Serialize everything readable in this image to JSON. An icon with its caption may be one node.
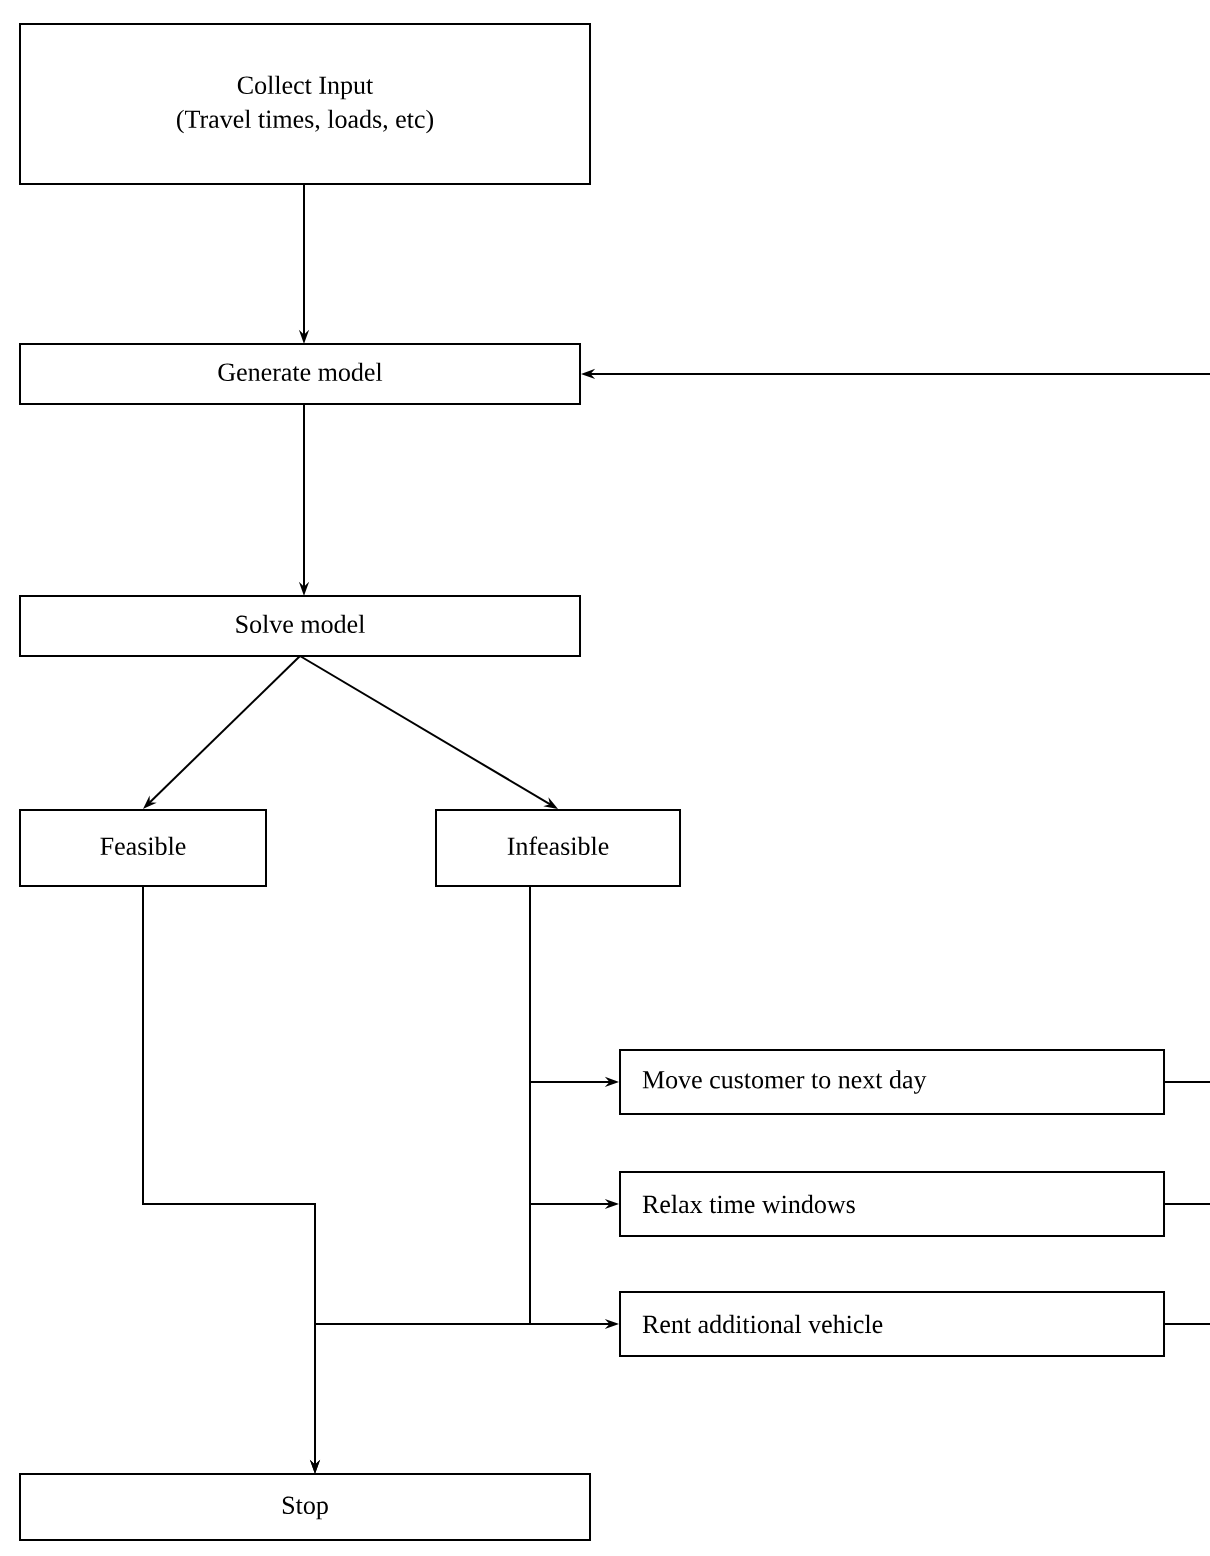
{
  "diagram": {
    "nodes": [
      {
        "text": [
          "Collect Input",
          "(Travel times, loads, etc)"
        ]
      },
      {
        "text": [
          "Generate model"
        ]
      },
      {
        "text": [
          "Solve model"
        ]
      },
      {
        "text": [
          "Feasible"
        ]
      },
      {
        "text": [
          "Infeasible"
        ]
      },
      {
        "text": [
          "Move customer to next day"
        ]
      },
      {
        "text": [
          "Relax time windows"
        ]
      },
      {
        "text": [
          "Rent additional vehicle"
        ]
      },
      {
        "text": [
          "Stop"
        ]
      }
    ],
    "edges": [
      {
        "from": 0,
        "to": 1,
        "arrow": "to"
      },
      {
        "from": 1,
        "to": 2,
        "arrow": "to"
      },
      {
        "from": 2,
        "to": 3,
        "arrow": "to"
      },
      {
        "from": 2,
        "to": 4,
        "arrow": "to"
      },
      {
        "from": 4,
        "to": 5,
        "arrow": "to"
      },
      {
        "from": 4,
        "to": 6,
        "arrow": "to"
      },
      {
        "from": 4,
        "to": 7,
        "arrow": "to"
      },
      {
        "from": 3,
        "to": 8,
        "arrow": "to"
      },
      {
        "from": 4,
        "to": 8,
        "arrow": "to"
      },
      {
        "from": 5,
        "to": null,
        "arrow": "none"
      },
      {
        "from": 6,
        "to": null,
        "arrow": "none"
      },
      {
        "from": 7,
        "to": null,
        "arrow": "none"
      },
      {
        "from": null,
        "to": 1,
        "arrow": "to"
      }
    ]
  }
}
